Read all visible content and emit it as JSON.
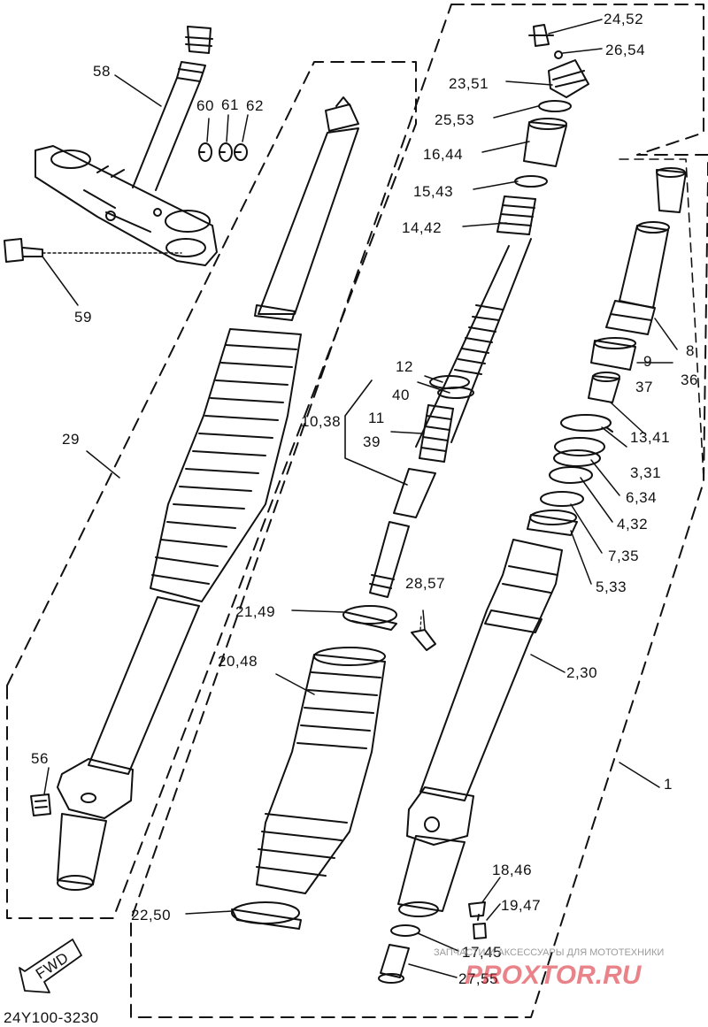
{
  "diagram": {
    "code": "24Y100-3230",
    "fwd_label": "FWD",
    "labels": {
      "p24": "24,52",
      "p26": "26,54",
      "p23": "23,51",
      "p25": "25,53",
      "p16": "16,44",
      "p15": "15,43",
      "p14": "14,42",
      "p58": "58",
      "p60": "60",
      "p61": "61",
      "p62": "62",
      "p59": "59",
      "p29": "29",
      "p12": "12",
      "p40": "40",
      "p10": "10,38",
      "p11": "11",
      "p39": "39",
      "p9": "9",
      "p37": "37",
      "p8": "8",
      "p36": "36",
      "p13": "13,41",
      "p3": "3,31",
      "p6": "6,34",
      "p4": "4,32",
      "p7": "7,35",
      "p5": "5,33",
      "p28": "28,57",
      "p21": "21,49",
      "p20": "20,48",
      "p2": "2,30",
      "p1": "1",
      "p56": "56",
      "p18": "18,46",
      "p19": "19,47",
      "p17": "17,45",
      "p27": "27,55",
      "p22": "22,50"
    }
  },
  "watermark": {
    "tagline": "ЗАПЧАСТИ И АКСЕССУАРЫ ДЛЯ МОТОТЕХНИКИ",
    "site": "PROXTOR.RU"
  },
  "colors": {
    "ink": "#111111",
    "watermark_red": "#d81e2a",
    "watermark_grey": "#8a8a8a"
  }
}
